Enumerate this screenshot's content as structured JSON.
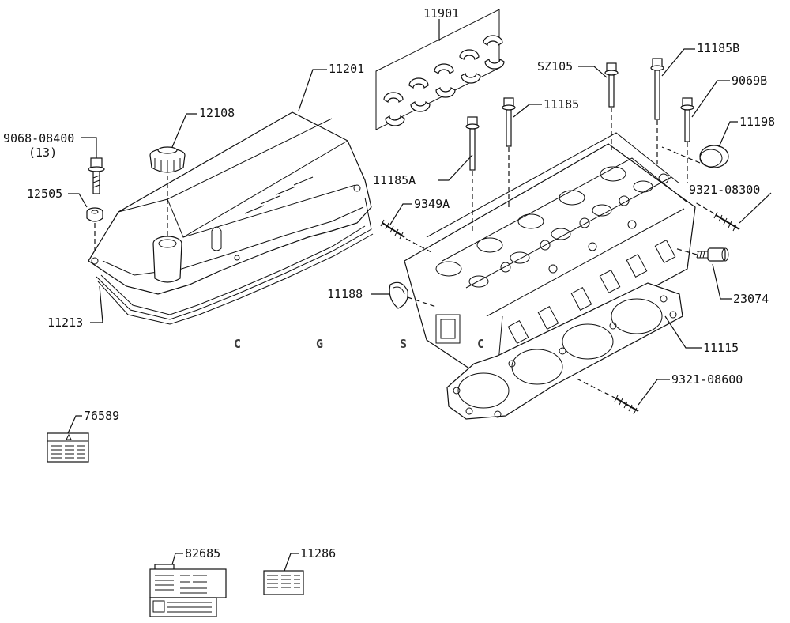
{
  "callouts": {
    "c11901": "11901",
    "c11201": "11201",
    "c12108": "12108",
    "c9068": "9068-08400",
    "c9068_qty": "(13)",
    "c12505": "12505",
    "c11213": "11213",
    "cSZ105": "SZ105",
    "c11185B": "11185B",
    "c11185": "11185",
    "c9069B": "9069B",
    "c11198": "11198",
    "c11185A": "11185A",
    "c9321_08300": "9321-08300",
    "c9349A": "9349A",
    "c23074": "23074",
    "c11188": "11188",
    "c11115": "11115",
    "c9321_08600": "9321-08600",
    "c76589": "76589",
    "c82685": "82685",
    "c11286": "11286"
  },
  "watermark": {
    "letters": [
      "C",
      "G",
      "S",
      "C"
    ],
    "colors": [
      "#4f8ef7",
      "#ef6b6b",
      "#f2b84a",
      "#1ea05a"
    ]
  }
}
